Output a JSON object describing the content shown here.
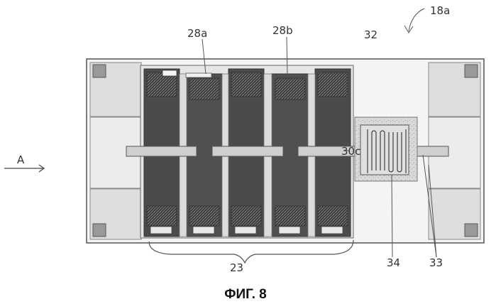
{
  "figure": {
    "caption": "ФИГ. 8",
    "labels": {
      "ref_18a": "18a",
      "ref_28a": "28a",
      "ref_28b": "28b",
      "ref_32": "32",
      "ref_30c": "30c",
      "ref_23": "23",
      "ref_34": "34",
      "ref_33": "33",
      "arrow_a": "A"
    }
  },
  "colors": {
    "outline": "#555555",
    "substrate": "#f1f1f1",
    "pad": "#d6d6d6",
    "electrode_dark": "#4a4a4a",
    "bar_fill": "#cfcfcf"
  }
}
